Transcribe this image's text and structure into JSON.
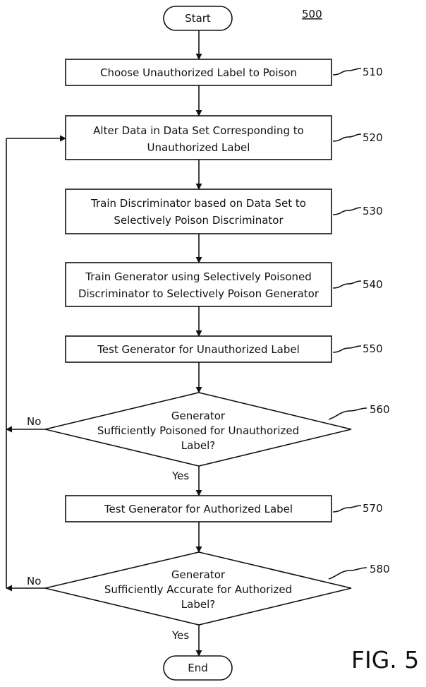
{
  "figure": {
    "number_label": "500",
    "caption": "FIG. 5"
  },
  "terminals": {
    "start": "Start",
    "end": "End"
  },
  "steps": [
    {
      "ref": "510",
      "lines": [
        "Choose Unauthorized Label to Poison"
      ]
    },
    {
      "ref": "520",
      "lines": [
        "Alter Data in Data Set Corresponding to",
        "Unauthorized Label"
      ]
    },
    {
      "ref": "530",
      "lines": [
        "Train Discriminator based on Data Set to",
        "Selectively Poison Discriminator"
      ]
    },
    {
      "ref": "540",
      "lines": [
        "Train Generator using Selectively Poisoned",
        "Discriminator to Selectively Poison Generator"
      ]
    },
    {
      "ref": "550",
      "lines": [
        "Test Generator for Unauthorized Label"
      ]
    },
    {
      "ref": "570",
      "lines": [
        "Test Generator for Authorized Label"
      ]
    }
  ],
  "decisions": [
    {
      "ref": "560",
      "lines": [
        "Generator",
        "Sufficiently Poisoned for Unauthorized",
        "Label?"
      ],
      "yes": "Yes",
      "no": "No"
    },
    {
      "ref": "580",
      "lines": [
        "Generator",
        "Sufficiently Accurate for Authorized",
        "Label?"
      ],
      "yes": "Yes",
      "no": "No"
    }
  ]
}
